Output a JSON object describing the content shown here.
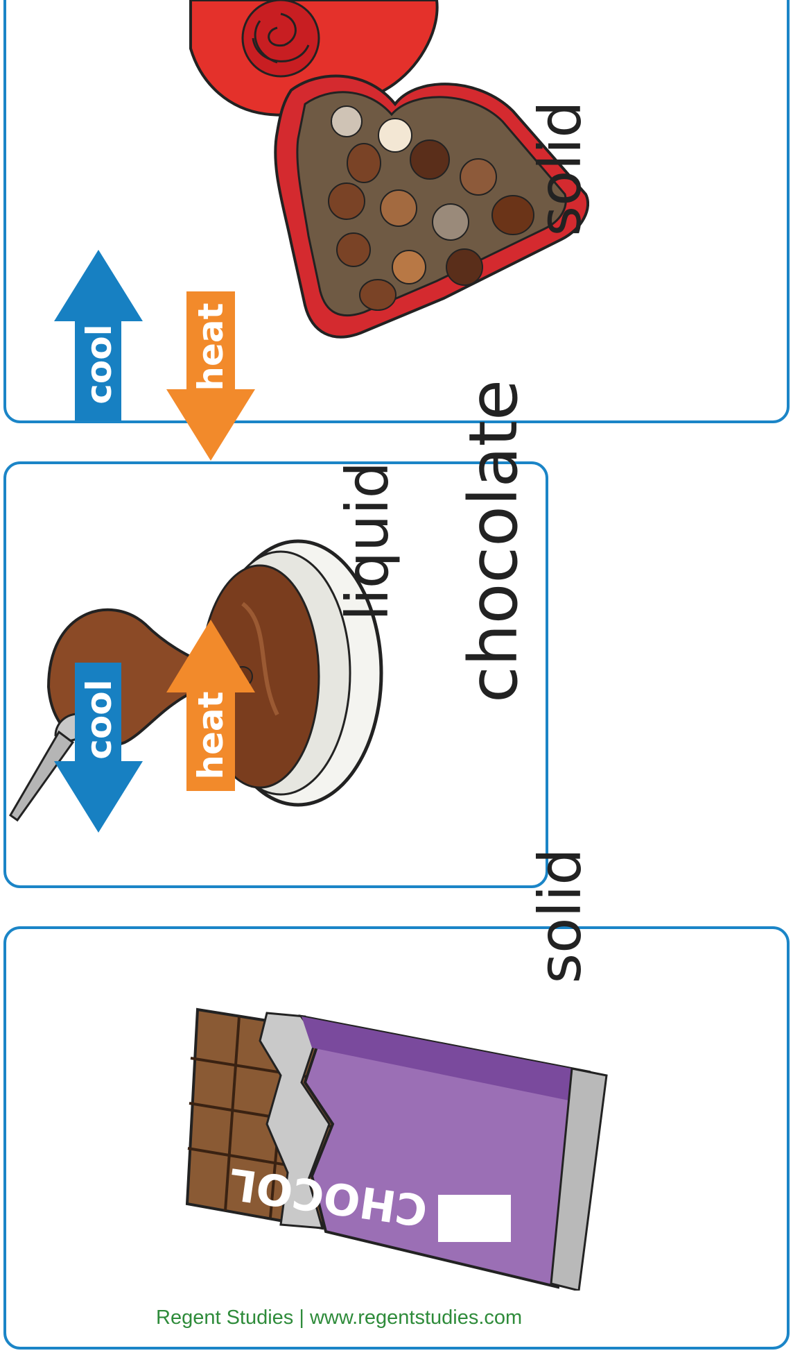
{
  "title": "chocolate",
  "states": {
    "top": "solid",
    "middle": "liquid",
    "bottom": "solid"
  },
  "arrows": {
    "cool_up": "cool",
    "heat_down": "heat",
    "cool_down": "cool",
    "heat_up": "heat"
  },
  "wrapper_text": "CHOCOL",
  "footer": "Regent Studies | www.regentstudies.com",
  "colors": {
    "card_border": "#1b85c7",
    "cool_arrow": "#1780c2",
    "heat_arrow": "#f28a2b",
    "footer_text": "#2e8b3a"
  },
  "icons": [
    "heart-chocolate-box-illustration",
    "melted-chocolate-bowl-illustration",
    "chocolate-bar-illustration"
  ]
}
